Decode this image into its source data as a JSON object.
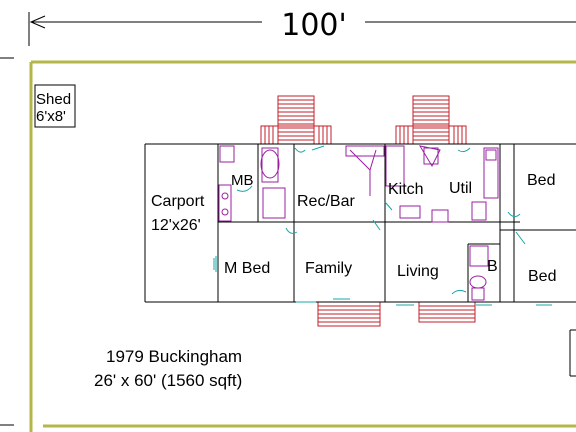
{
  "dimension": {
    "label": "100'"
  },
  "shed": {
    "line1": "Shed",
    "line2": "6'x8'"
  },
  "rooms": {
    "carport": "Carport",
    "carport_size": "12'x26'",
    "mb": "MB",
    "rec_bar": "Rec/Bar",
    "kitch": "Kitch",
    "util": "Util",
    "bed_top_right": "Bed",
    "m_bed": "M Bed",
    "family": "Family",
    "living": "Living",
    "bath": "B",
    "bed_bottom_right": "Bed"
  },
  "caption": {
    "line1": "1979 Buckingham",
    "line2": "26' x 60'  (1560 sqft)"
  },
  "colors": {
    "property_line": "#b5b54a",
    "walls": "#000000",
    "fixtures": "#9a1fa0",
    "stairs": "#c0202a",
    "doors": "#1aa7a7"
  }
}
